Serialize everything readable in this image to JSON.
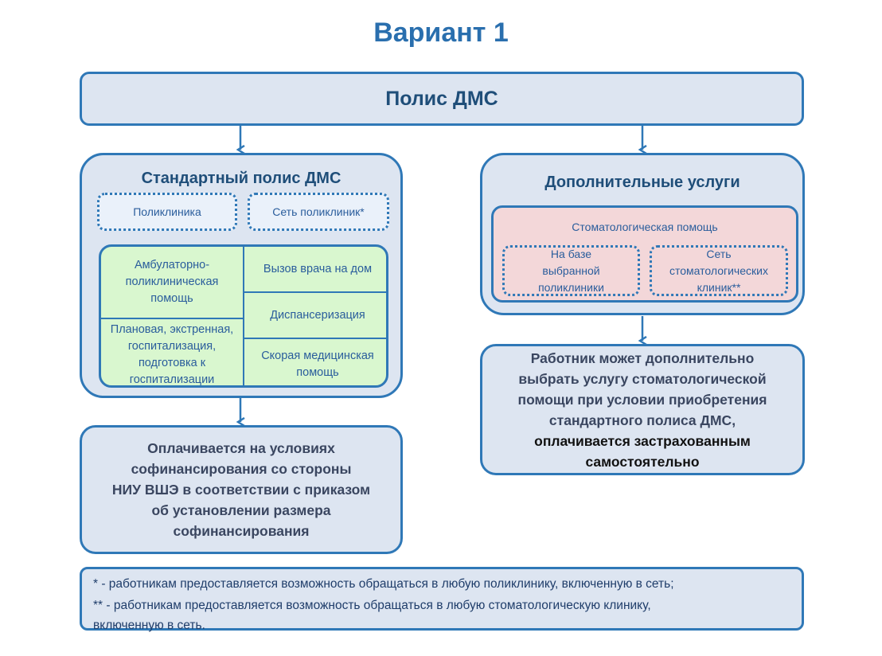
{
  "title": "Вариант 1",
  "policy": "Полис ДМС",
  "standard": {
    "heading": "Стандартный полис ДМС",
    "clinic": "Поликлиника",
    "network": "Сеть поликлиник*",
    "services": {
      "ambulatory": [
        "Амбулаторно-",
        "поликлиническая",
        "помощь"
      ],
      "hospital": [
        "Плановая, экстренная,",
        "госпитализация,",
        "подготовка к",
        "госпитализации"
      ],
      "home_call": "Вызов врача на дом",
      "dispensary": "Диспансеризация",
      "ambulance": [
        "Скорая медицинская",
        "помощь"
      ]
    },
    "payment": [
      "Оплачивается на условиях",
      "софинансирования со стороны",
      "НИУ ВШЭ в соответствии с приказом",
      "об установлении размера",
      "софинансирования"
    ]
  },
  "extra": {
    "heading": "Дополнительные услуги",
    "dental": "Стоматологическая помощь",
    "base_clinic": [
      "На базе",
      "выбранной",
      "поликлиники"
    ],
    "dental_network": [
      "Сеть",
      "стоматологических",
      "клиник**"
    ],
    "description": [
      "Работник может дополнительно",
      "выбрать услугу стоматологической",
      "помощи при условии приобретения",
      "стандартного полиса ДМС,"
    ],
    "description_bold": [
      "оплачивается застрахованным",
      "самостоятельно"
    ]
  },
  "footnotes": {
    "one": "*   - работникам предоставляется возможность обращаться в любую поликлинику, включенную в сеть;",
    "two_a": "** - работникам предоставляется возможность обращаться в любую стоматологическую клинику,",
    "two_b": "включенную в сеть."
  },
  "colors": {
    "border": "#2f78b7",
    "panel": "#dde5f1",
    "green": "#d9f7cf",
    "pink": "#f3d7d9",
    "title": "#2a6fae"
  }
}
